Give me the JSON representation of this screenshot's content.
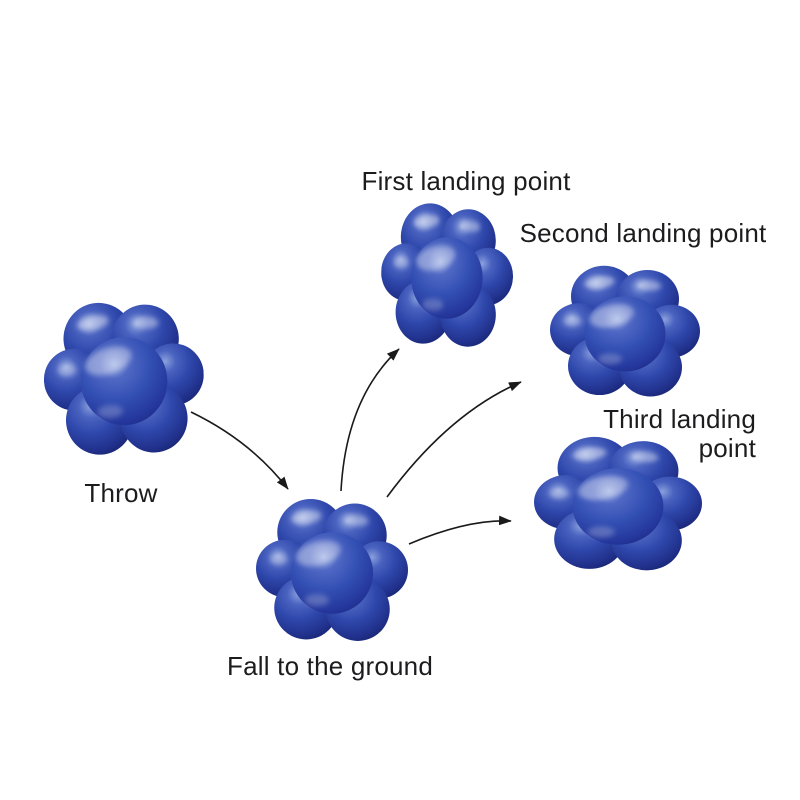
{
  "figure": {
    "description": "Reaction ball bounce sequence diagram",
    "background_color": "#ffffff",
    "text_color": "#1c1c1e",
    "arrow_color": "#1a1a1a",
    "ball_colors": {
      "base": "#2e46a8",
      "mid": "#3b54b8",
      "highlight": "#a9b8e6",
      "shadow": "#16246e"
    }
  },
  "stages": [
    {
      "id": "throw",
      "label": "Throw"
    },
    {
      "id": "fall-to-ground",
      "label": "Fall to the ground"
    },
    {
      "id": "first-landing-point",
      "label": "First landing point"
    },
    {
      "id": "second-landing-point",
      "label": "Second landing point"
    },
    {
      "id": "third-landing-point",
      "label": "Third landing\npoint"
    }
  ],
  "arrows": [
    {
      "id": "throw-to-fall",
      "from": "throw",
      "to": "fall-to-ground"
    },
    {
      "id": "fall-to-first",
      "from": "fall-to-ground",
      "to": "first-landing-point"
    },
    {
      "id": "fall-to-second",
      "from": "fall-to-ground",
      "to": "second-landing-point"
    },
    {
      "id": "fall-to-third",
      "from": "fall-to-ground",
      "to": "third-landing-point"
    }
  ]
}
